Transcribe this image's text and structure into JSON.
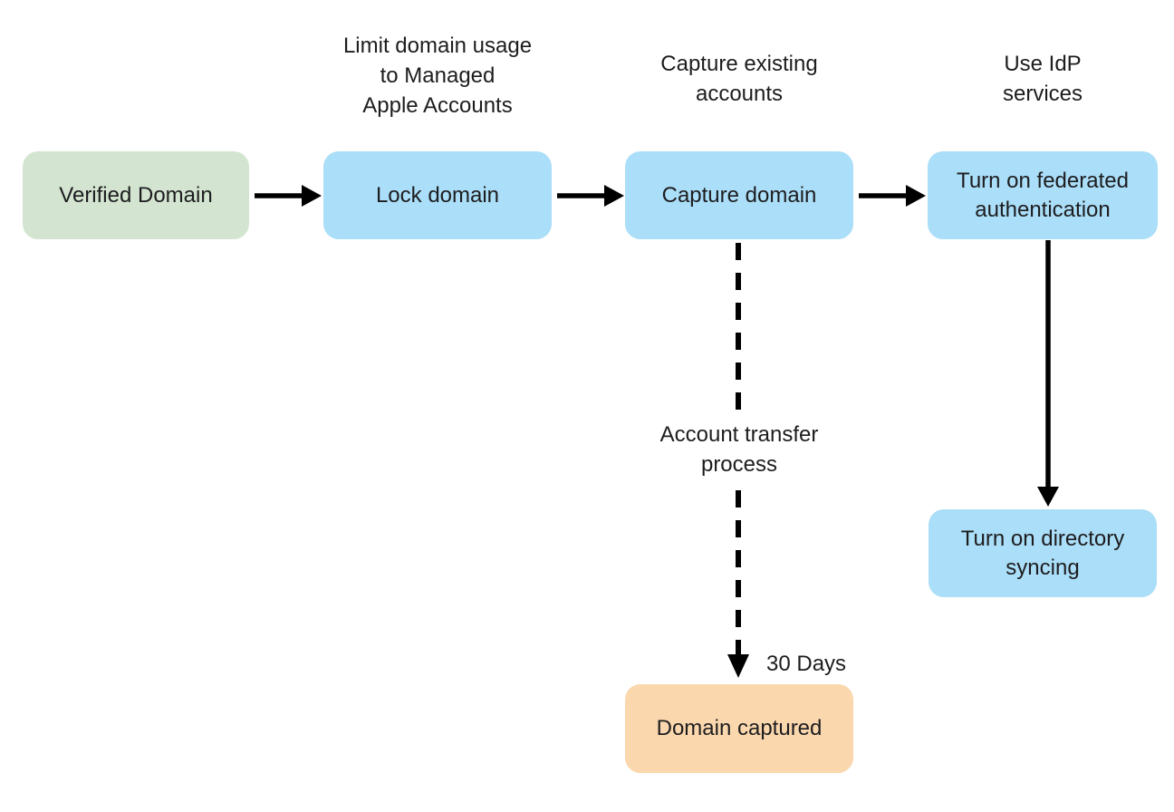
{
  "colors": {
    "background": "#ffffff",
    "start_node_fill": "#d3e5d0",
    "process_node_fill": "#abdef8",
    "result_node_fill": "#fbd7ad",
    "connector": "#000000",
    "text": "#1d1d1f"
  },
  "nodes": {
    "verified_domain": {
      "label": "Verified Domain"
    },
    "lock_domain": {
      "label": "Lock domain"
    },
    "capture_domain": {
      "label": "Capture domain"
    },
    "federated_auth": {
      "label": "Turn on federated\nauthentication"
    },
    "directory_syncing": {
      "label": "Turn on directory\nsyncing"
    },
    "domain_captured": {
      "label": "Domain captured"
    }
  },
  "annotations": {
    "lock_domain_note": "Limit domain usage\nto Managed\nApple Accounts",
    "capture_domain_note": "Capture existing\naccounts",
    "federated_auth_note": "Use IdP\nservices",
    "account_transfer_note": "Account transfer\nprocess",
    "transfer_duration_label": "30 Days"
  },
  "connectors": [
    {
      "name": "verified-domain-to-lock-domain",
      "style": "solid"
    },
    {
      "name": "lock-domain-to-capture-domain",
      "style": "solid"
    },
    {
      "name": "capture-domain-to-federated-auth",
      "style": "solid"
    },
    {
      "name": "federated-auth-to-directory-syncing",
      "style": "solid"
    },
    {
      "name": "capture-domain-to-domain-captured",
      "style": "dashed"
    }
  ]
}
